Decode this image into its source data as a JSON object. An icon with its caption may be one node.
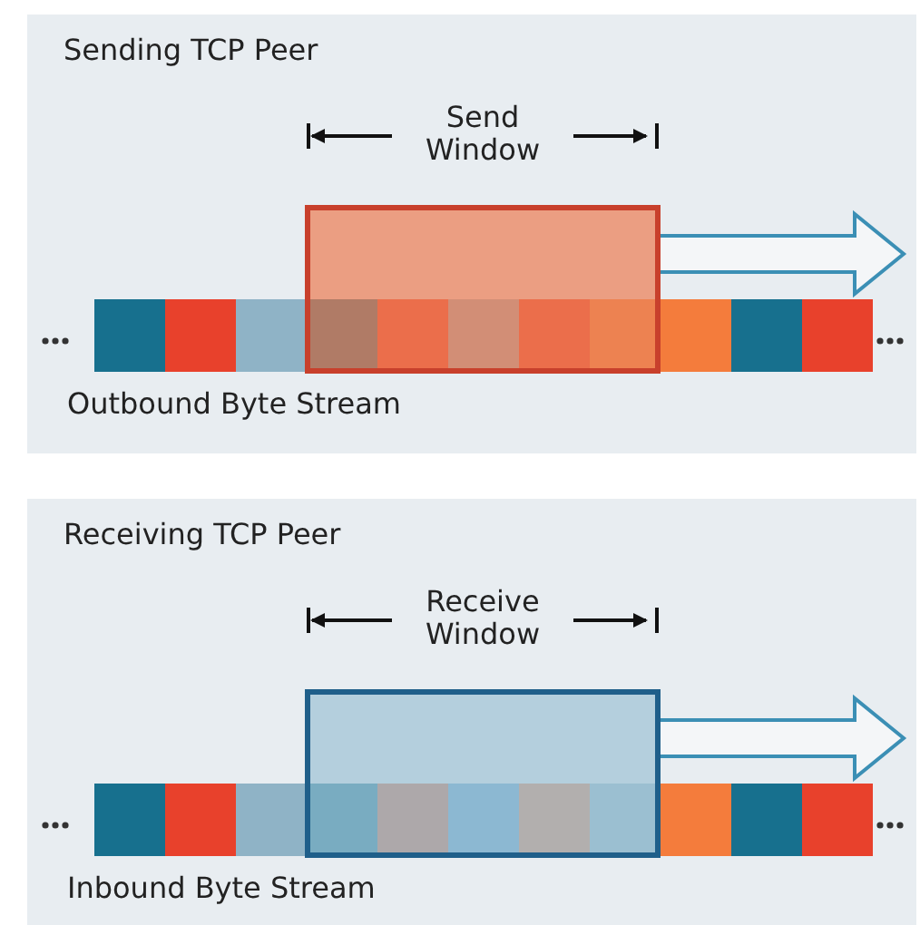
{
  "diagram": {
    "nodes": [
      {
        "text": [
          "Sending TCP Peer"
        ]
      },
      {
        "text": [
          "Send Window"
        ],
        "in": 0
      },
      {
        "text": [
          "Outbound Byte Stream"
        ],
        "in": 0
      },
      {
        "text": [
          "Receiving TCP Peer"
        ]
      },
      {
        "text": [
          "Receive Window"
        ],
        "in": 3
      },
      {
        "text": [
          "Inbound Byte Stream"
        ],
        "in": 3
      }
    ]
  }
}
